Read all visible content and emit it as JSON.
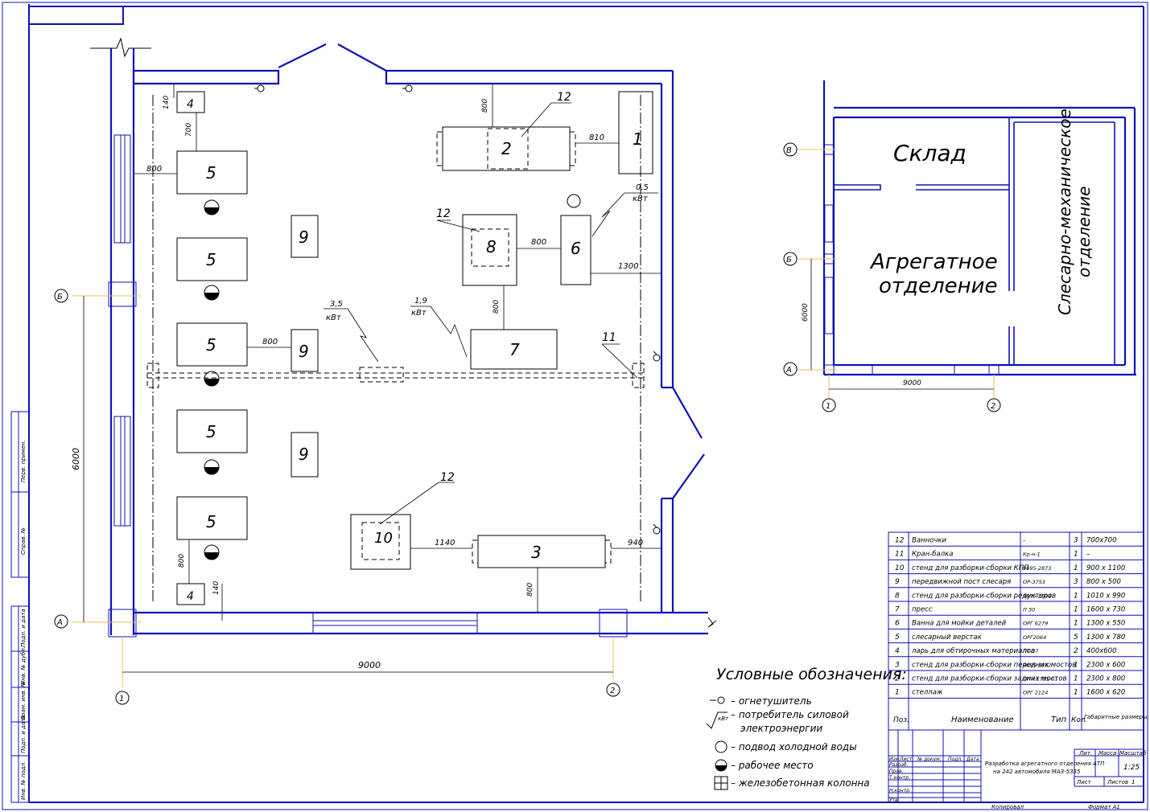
{
  "equipment": [
    {
      "num": "12",
      "name": "Ванночки",
      "type": "–",
      "qty": "3",
      "size": "700x700"
    },
    {
      "num": "11",
      "name": "Кран-балка",
      "type": "Кр-н-1",
      "qty": "1",
      "size": "–"
    },
    {
      "num": "10",
      "name": "стенд для разборки-сборки КПП",
      "type": "9695-2873",
      "qty": "1",
      "size": "900 x 1100"
    },
    {
      "num": "9",
      "name": "передвижной пост слесаря",
      "type": "ОР-3753",
      "qty": "3",
      "size": "800 x 500"
    },
    {
      "num": "8",
      "name": "стенд для разборки-сборки редукторов",
      "type": "9695-2004",
      "qty": "1",
      "size": "1010 x 990"
    },
    {
      "num": "7",
      "name": "пресс",
      "type": "П 30",
      "qty": "1",
      "size": "1600 x 730"
    },
    {
      "num": "6",
      "name": "Ванна для мойки деталей",
      "type": "ОРГ 6279",
      "qty": "1",
      "size": "1300 x 550"
    },
    {
      "num": "5",
      "name": "слесарный верстак",
      "type": "ОРГ2064",
      "qty": "5",
      "size": "1300 x 780"
    },
    {
      "num": "4",
      "name": "ларь для обтирочных материалов",
      "type": "ПТ-37",
      "qty": "2",
      "size": "400x600"
    },
    {
      "num": "3",
      "name": "стенд для разборки-сборки передних мостов",
      "type": "9695-2162",
      "qty": "1",
      "size": "2300 x 600"
    },
    {
      "num": "2",
      "name": "стенд для разборки-сборки задних мостов",
      "type": "ОПЧ 1735-01",
      "qty": "1",
      "size": "2300 x 800"
    },
    {
      "num": "1",
      "name": "стеллаж",
      "type": "ОРГ 2124",
      "qty": "1",
      "size": "1600 x 620"
    }
  ],
  "table_header": {
    "pos": "Поз.",
    "name": "Наименование",
    "type": "Тип",
    "qty": "Кол.",
    "size": "Габаритные размеры, мм"
  },
  "legend": {
    "title": "Условные обозначения:",
    "items": [
      "– огнетушитель",
      "– потребитель силовой",
      "электроэнергии",
      "– подвод холодной воды",
      "– рабочее место",
      "– железобетонная колонна"
    ],
    "kw_symbol": "кВт"
  },
  "plan": {
    "labels": {
      "n12": "12",
      "n11": "11",
      "n10": "10",
      "n9": "9",
      "n8": "8",
      "n7": "7",
      "n6": "6",
      "n5": "5",
      "n4": "4",
      "n3": "3",
      "n2": "2",
      "n1": "1"
    },
    "dims": {
      "d140": "140",
      "d700": "700",
      "d800": "800",
      "d810": "810",
      "d1300": "1300",
      "d1140": "1140",
      "d940": "940",
      "d6000": "6000",
      "d9000": "9000"
    },
    "power": [
      {
        "value": "0,5",
        "unit": "кВт"
      },
      {
        "value": "3,5",
        "unit": "кВт"
      },
      {
        "value": "1,9",
        "unit": "кВт"
      }
    ],
    "axes": {
      "a": "А",
      "b": "Б",
      "one": "1",
      "two": "2"
    }
  },
  "mini_plan": {
    "storage": "Склад",
    "aggregate_1": "Агрегатное",
    "aggregate_2": "отделение",
    "mech_1": "Слесарно-механическое",
    "mech_2": "отделение",
    "axes": {
      "v": "В",
      "b": "Б",
      "a": "А",
      "one": "1",
      "two": "2"
    },
    "dims": {
      "d6000": "6000",
      "d9000": "9000"
    }
  },
  "title_block": {
    "title_1": "Разработка агрегатного отделения АТП",
    "title_2": "на 242 автомобиля МАЗ-5335",
    "lit": "Лит.",
    "mass": "Масса",
    "scale": "Масштаб",
    "scale_value": "1:25",
    "sheet": "Лист",
    "sheets": "Листов",
    "sheets_value": "1",
    "copied": "Копировал",
    "format": "Формат А1",
    "stamp_rows": [
      "Изм.",
      "Лист",
      "№ докум.",
      "Подп.",
      "Дата"
    ],
    "roles": [
      "Разраб.",
      "Пров.",
      "Т.контр.",
      "",
      "Н.контр.",
      "Утв."
    ]
  },
  "side_labels": [
    "Перв. примен.",
    "Справ. №",
    "Подп. и дата",
    "Инв. № дубл.",
    "Взам. инв. №",
    "Подп. и дата",
    "Инв. № подл."
  ]
}
